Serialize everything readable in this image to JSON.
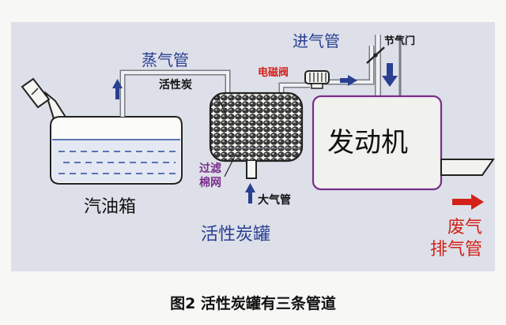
{
  "labels": {
    "vapor_pipe": "蒸气管",
    "activated_carbon": "活性炭",
    "solenoid_valve": "电磁阀",
    "intake_pipe": "进气管",
    "throttle": "节气门",
    "engine": "发动机",
    "fuel_tank": "汽油箱",
    "filter_cotton_line1": "过滤",
    "filter_cotton_line2": "棉网",
    "atmosphere_pipe": "大气管",
    "canister": "活性炭罐",
    "exhaust_line1": "废气",
    "exhaust_line2": "排气管"
  },
  "caption": "图2 活性炭罐有三条管道",
  "colors": {
    "panel": "#dde0e8",
    "pipe": "#7a7d84",
    "blue_text": "#2a3f92",
    "red_text": "#d42018",
    "engine_border": "#7a2d8c",
    "fuel": "#2a4aa0"
  }
}
